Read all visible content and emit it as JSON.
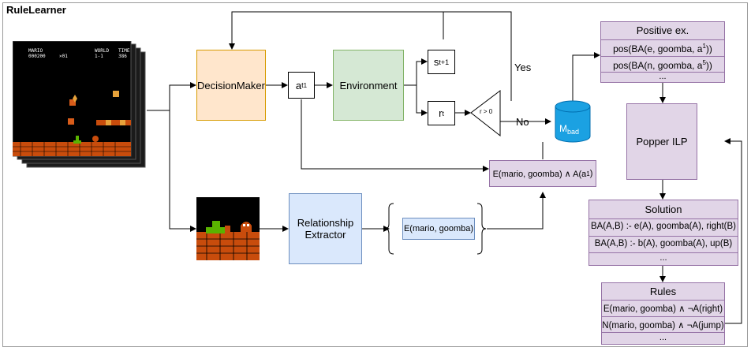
{
  "app_title": "RuleLearner",
  "decision_maker": "DecisionMaker",
  "action": {
    "base": "a",
    "sub": "t",
    "sup": "1"
  },
  "environment": "Environment",
  "state_next": {
    "base": "s",
    "sub": "t+1"
  },
  "reward": {
    "base": "r",
    "sub": "t"
  },
  "condition": "r > 0",
  "yes_label": "Yes",
  "no_label": "No",
  "memory": {
    "base": "M",
    "sub": "bad"
  },
  "relationship_extractor": [
    "Relationship",
    "Extractor"
  ],
  "extracted_relation": "E(mario, goomba)",
  "combined_label": {
    "text": "E(mario, goomba) ∧ A(a",
    "sup": "1",
    "tail": ")"
  },
  "popper": "Popper ILP",
  "positive": {
    "title": "Positive ex.",
    "rows": [
      {
        "text": "pos(BA(e, goomba, a",
        "sup": "1",
        "tail": "))"
      },
      {
        "text": "pos(BA(n, goomba, a",
        "sup": "5",
        "tail": "))"
      },
      {
        "text": "...",
        "sup": "",
        "tail": ""
      }
    ]
  },
  "solution": {
    "title": "Solution",
    "rows": [
      "BA(A,B) :- e(A), goomba(A), right(B)",
      "BA(A,B) :- b(A), goomba(A), up(B)",
      "..."
    ]
  },
  "rules": {
    "title": "Rules",
    "rows": [
      "E(mario, goomba) ∧ ¬A(right)",
      "N(mario, goomba) ∧ ¬A(jump)",
      "..."
    ]
  },
  "game_hud": {
    "player": "MARIO",
    "score": "000200",
    "coins": "×01",
    "world_label": "WORLD",
    "world": "1-1",
    "time_label": "TIME",
    "time": "386"
  },
  "colors": {
    "orange_fill": "#ffe6cc",
    "green_fill": "#d5e8d4",
    "blue_fill": "#dae8fc",
    "purple_fill": "#e1d5e7",
    "cylinder": "#1ba1e2",
    "brick": "#c84c0c",
    "sky": "#000000"
  }
}
